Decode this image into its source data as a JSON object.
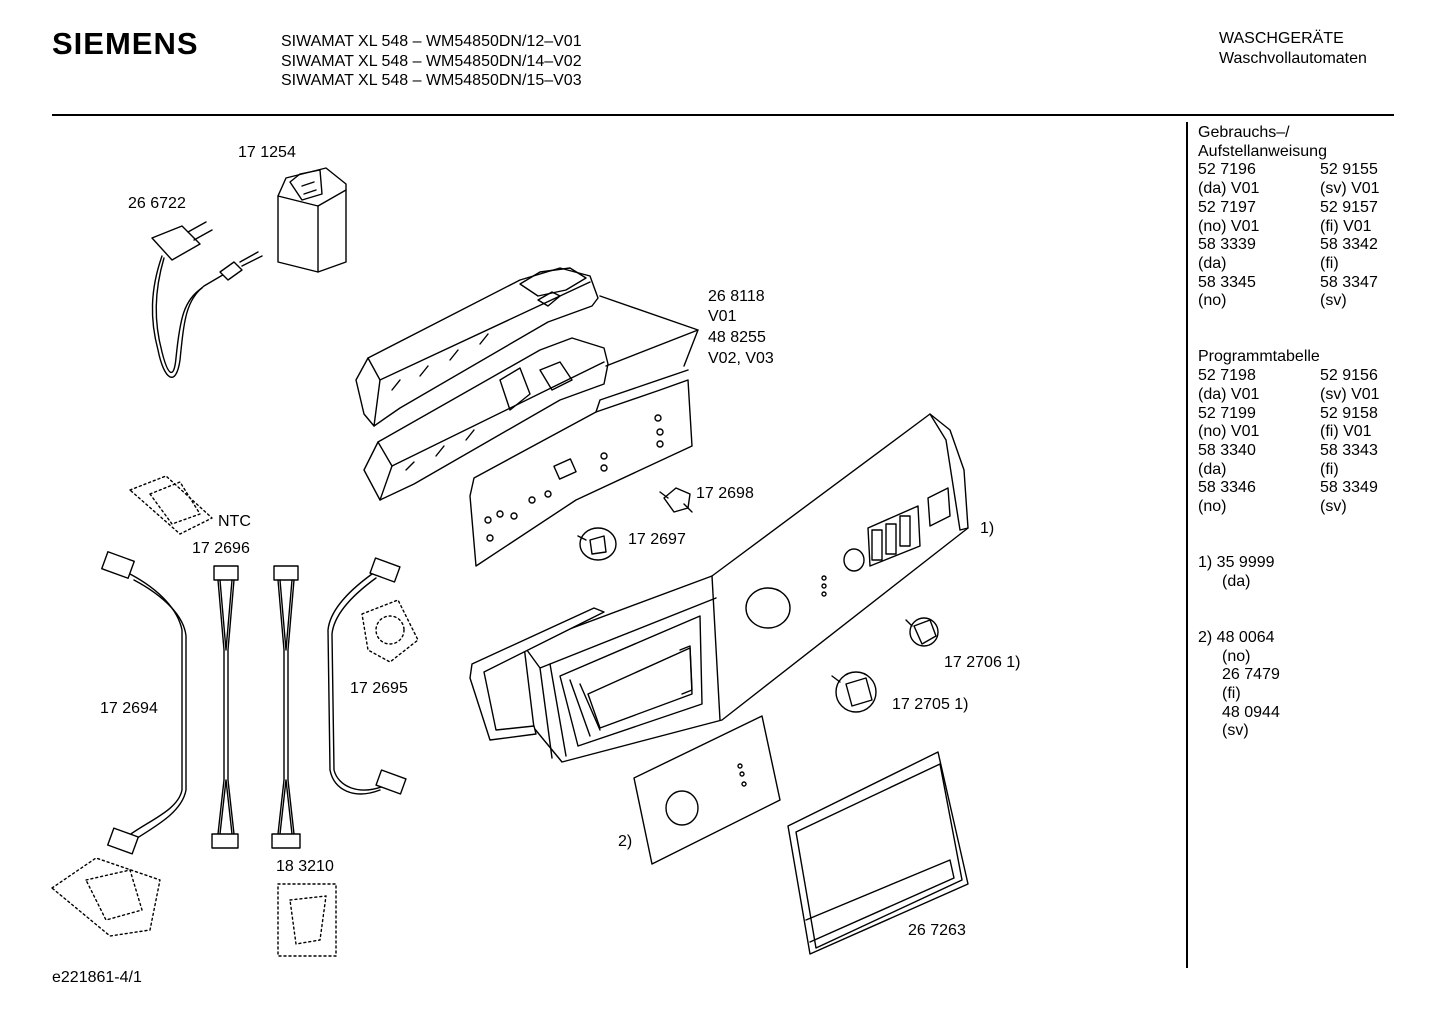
{
  "header": {
    "brand": "SIEMENS",
    "models": [
      "SIWAMAT XL 548 – WM54850DN/12–V01",
      "SIWAMAT XL 548 – WM54850DN/14–V02",
      "SIWAMAT XL 548 – WM54850DN/15–V03"
    ],
    "category_1": "WASCHGERÄTE",
    "category_2": "Waschvollautomaten"
  },
  "sidebar": {
    "manual_title_1": "Gebrauchs–/",
    "manual_title_2": "Aufstellanweisung",
    "manual_rows": [
      [
        "52 7196",
        "52 9155"
      ],
      [
        "(da) V01",
        "(sv) V01"
      ],
      [
        "52  7197",
        "52 9157"
      ],
      [
        "(no) V01",
        "(fi) V01"
      ],
      [
        "58 3339",
        "58 3342"
      ],
      [
        "(da)",
        "(fi)"
      ],
      [
        "58 3345",
        "58 3347"
      ],
      [
        "(no)",
        "(sv)"
      ]
    ],
    "program_title": "Programmtabelle",
    "program_rows": [
      [
        "52 7198",
        "52 9156"
      ],
      [
        "(da) V01",
        "(sv) V01"
      ],
      [
        "52  7199",
        "52 9158"
      ],
      [
        "(no) V01",
        "(fi) V01"
      ],
      [
        "58 3340",
        "58 3343"
      ],
      [
        "(da)",
        "(fi)"
      ],
      [
        "58 3346",
        "58 3349"
      ],
      [
        "(no)",
        "(sv)"
      ]
    ],
    "note1_line1": "1) 35 9999",
    "note1_line2": "(da)",
    "note2_lines": [
      "2) 48 0064",
      "(no)",
      "26 7479",
      "(fi)",
      "48 0944",
      "(sv)"
    ]
  },
  "parts": {
    "p171254": "17 1254",
    "p266722": "26 6722",
    "p268118": "26 8118",
    "v01": "V01",
    "p488255": "48 8255",
    "v02v03": "V02, V03",
    "p172698": "17 2698",
    "p172697": "17 2697",
    "ntc": "NTC",
    "p172696": "17 2696",
    "note1_marker": "1)",
    "p172706": "17 2706 1)",
    "p172705": "17 2705 1)",
    "p172695": "17 2695",
    "p172694": "17 2694",
    "p183210": "18 3210",
    "note2_marker": "2)",
    "p267263": "26 7263"
  },
  "footer": {
    "doc_id": "e221861-4/1"
  }
}
